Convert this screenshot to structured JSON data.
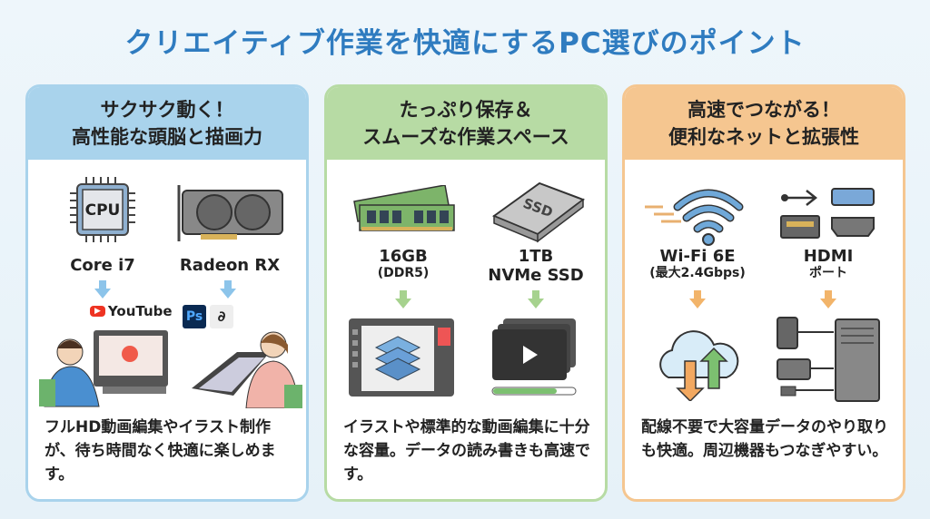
{
  "title": "クリエイティブ作業を快適にするPC選びのポイント",
  "panels": [
    {
      "heading": [
        "サクサク動く！",
        "高性能な頭脳と描画力"
      ],
      "specs": [
        {
          "name": "Core i7",
          "sub": ""
        },
        {
          "name": "Radeon RX",
          "sub": ""
        }
      ],
      "icon_labels": {
        "cpu": "CPU",
        "youtube": "YouTube",
        "ps": "Ps"
      },
      "description": "フルHD動画編集やイラスト制作が、待ち時間なく快適に楽しめます。",
      "color": "#a9d3ec"
    },
    {
      "heading": [
        "たっぷり保存＆",
        "スムーズな作業スペース"
      ],
      "specs": [
        {
          "name": "16GB",
          "sub": "(DDR5)"
        },
        {
          "name": "1TB",
          "sub": "NVMe SSD"
        }
      ],
      "icon_labels": {
        "ssd": "SSD"
      },
      "description": "イラストや標準的な動画編集に十分な容量。データの読み書きも高速です。",
      "color": "#b7dba4"
    },
    {
      "heading": [
        "高速でつながる！",
        "便利なネットと拡張性"
      ],
      "specs": [
        {
          "name": "Wi-Fi 6E",
          "sub": "(最大2.4Gbps)"
        },
        {
          "name": "HDMI",
          "sub": "ポート"
        }
      ],
      "description": "配線不要で大容量データのやり取りも快適。周辺機器もつなぎやすい。",
      "color": "#f5c690"
    }
  ]
}
